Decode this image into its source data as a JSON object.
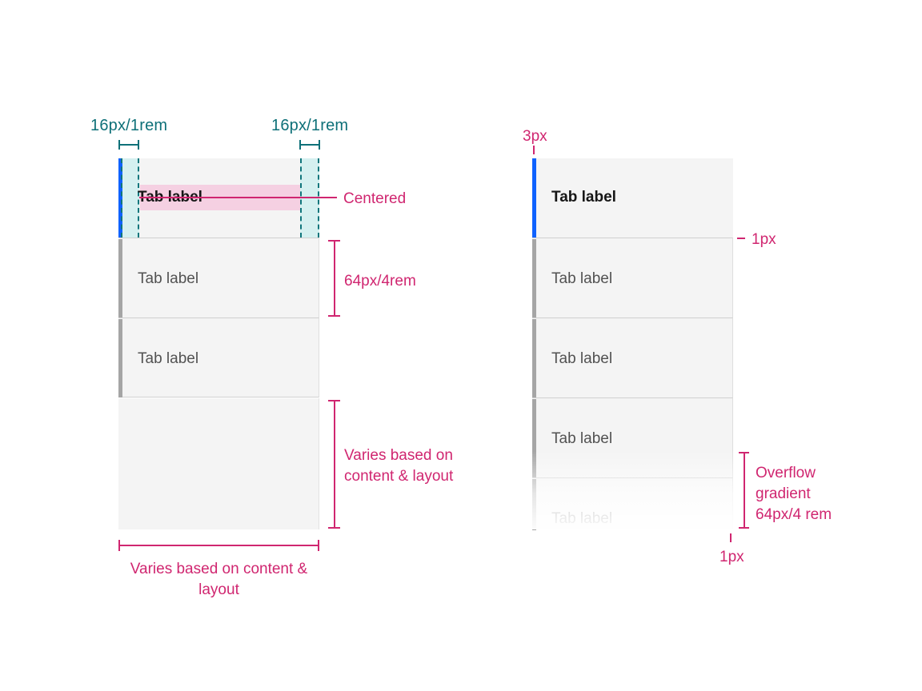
{
  "colors": {
    "accent_blue": "#0f62fe",
    "annotation_teal": "#0e7078",
    "annotation_magenta": "#d02670",
    "padding_highlight_cyan": "#d5f0f0",
    "text_highlight_pink": "#f5d0e2",
    "tab_background": "#f4f4f4",
    "unselected_bar_gray": "#a5a5a5",
    "tab_label_gray": "#525252",
    "tab_label_dark": "#161616"
  },
  "left": {
    "annotations": {
      "padding_left": "16px/1rem",
      "padding_right": "16px/1rem",
      "centered": "Centered",
      "tab_height": "64px/4rem",
      "content_height": "Varies based on content & layout",
      "content_width": "Varies based on content & layout"
    },
    "tabs": [
      {
        "label": "Tab label",
        "state": "selected"
      },
      {
        "label": "Tab label",
        "state": "default"
      },
      {
        "label": "Tab label",
        "state": "default"
      }
    ]
  },
  "right": {
    "annotations": {
      "indicator": "3px",
      "divider": "1px",
      "bottom_border": "1px",
      "overflow": "Overflow gradient 64px/4 rem"
    },
    "tabs": [
      {
        "label": "Tab label",
        "state": "selected"
      },
      {
        "label": "Tab label",
        "state": "default"
      },
      {
        "label": "Tab label",
        "state": "default"
      },
      {
        "label": "Tab label",
        "state": "default"
      },
      {
        "label": "Tab label",
        "state": "overflow"
      }
    ]
  }
}
